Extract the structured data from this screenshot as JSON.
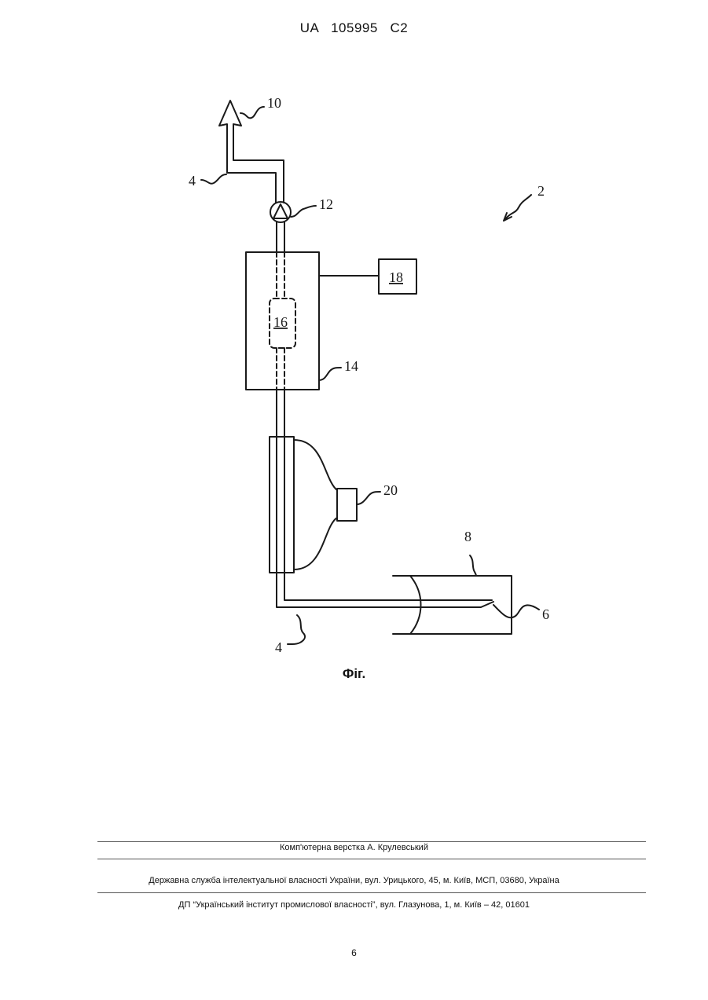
{
  "header": {
    "doc_id": "UA   105995   C2"
  },
  "figure": {
    "labels": {
      "l10": "10",
      "l4_top": "4",
      "l2": "2",
      "l12": "12",
      "l18": "18",
      "l16": "16",
      "l14": "14",
      "l20": "20",
      "l8": "8",
      "l6": "6",
      "l4_bottom": "4"
    },
    "caption": "Фіг."
  },
  "footer": {
    "layout_credit": "Комп'ютерна верстка А. Крулевський",
    "agency": "Державна служба інтелектуальної власності України, вул. Урицького, 45, м. Київ, МСП, 03680, Україна",
    "institute": "ДП “Український інститут промислової власності”, вул. Глазунова, 1, м. Київ – 42, 01601",
    "page_number": "6"
  }
}
